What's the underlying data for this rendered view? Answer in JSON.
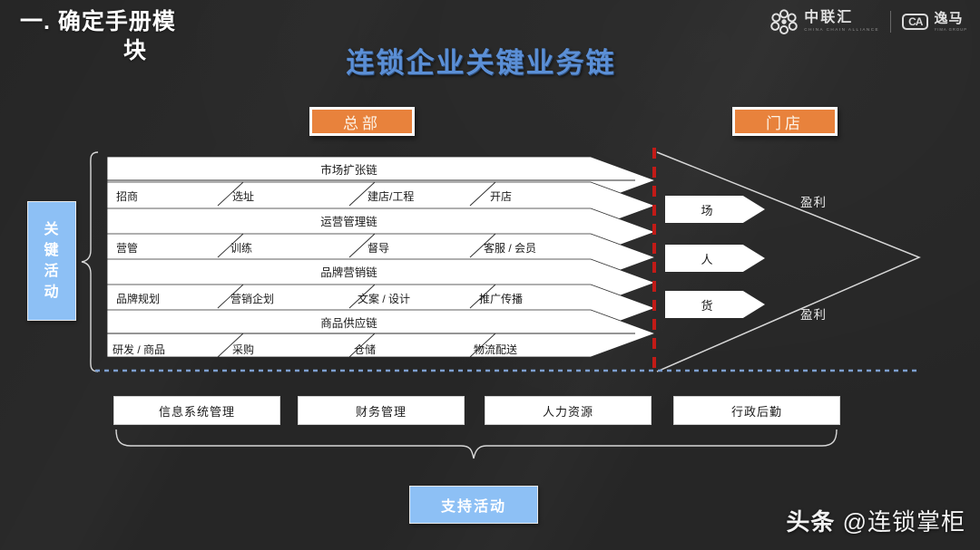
{
  "header": {
    "slide_heading_line1": "一. 确定手册模",
    "slide_heading_line2": "块",
    "main_title": "连锁企业关键业务链"
  },
  "logos": {
    "primary_cn": "中联汇",
    "primary_en": "CHINA CHAIN ALLIANCE",
    "secondary_mark": "CA",
    "secondary_cn": "逸马",
    "secondary_en": "YIMA GROUP"
  },
  "pills": {
    "headquarters": "总部",
    "store": "门店"
  },
  "left_label": {
    "key_activity": "关键活动"
  },
  "chains": [
    {
      "name": "市场扩张链",
      "steps": [
        "招商",
        "选址",
        "建店/工程",
        "开店"
      ]
    },
    {
      "name": "运营管理链",
      "steps": [
        "营管",
        "训练",
        "督导",
        "客服 / 会员"
      ]
    },
    {
      "name": "品牌营销链",
      "steps": [
        "品牌规划",
        "营销企划",
        "文案 / 设计",
        "推广传播"
      ]
    },
    {
      "name": "商品供应链",
      "steps": [
        "研发 / 商品",
        "采购",
        "仓储",
        "物流配送"
      ]
    }
  ],
  "store_arrows": [
    "场",
    "人",
    "货"
  ],
  "profit_labels": {
    "top": "盈利",
    "bottom": "盈利"
  },
  "support_boxes": [
    "信息系统管理",
    "财务管理",
    "人力资源",
    "行政后勤"
  ],
  "support_label": "支持活动",
  "watermark": {
    "platform": "头条",
    "handle": "@连锁掌柜"
  },
  "colors": {
    "background": "#262626",
    "title_blue": "#5b8fd6",
    "pill_orange": "#e8823c",
    "box_blue": "#8dc0f5",
    "divider_red": "#c21b17",
    "dashed_blue": "#7d9fd0"
  }
}
